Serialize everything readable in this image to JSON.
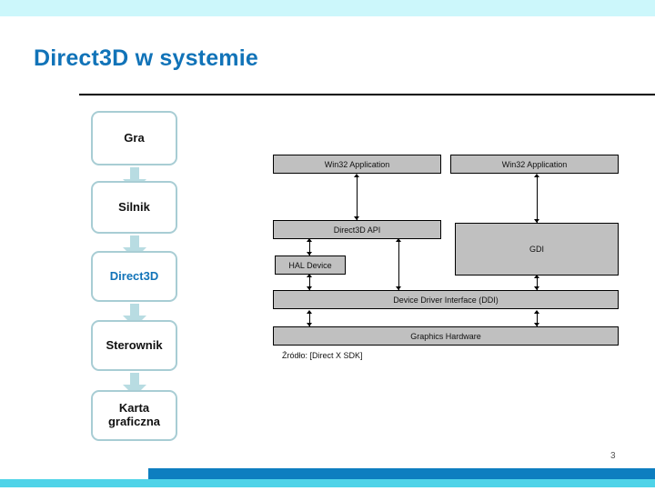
{
  "slide": {
    "title": "Direct3D w systemie",
    "page_number": "3",
    "accent_color": "#1173b8",
    "band_color_top": "#ccf7fb",
    "band_color_bottom_dark": "#0d7ec0",
    "band_color_bottom_light": "#4fd3e8"
  },
  "flow": {
    "boxes": [
      {
        "label": "Gra",
        "accent": false
      },
      {
        "label": "Silnik",
        "accent": false
      },
      {
        "label": "Direct3D",
        "accent": true
      },
      {
        "label": "Sterownik",
        "accent": false
      },
      {
        "label": "Karta graficzna",
        "accent": false
      }
    ],
    "arrow_color": "#b8dce2",
    "box_border_color": "#a8cdd4"
  },
  "diagram": {
    "box_fill": "#c0c0c0",
    "boxes": [
      {
        "id": "win32-app-left",
        "label": "Win32 Application"
      },
      {
        "id": "win32-app-right",
        "label": "Win32 Application"
      },
      {
        "id": "direct3d-api",
        "label": "Direct3D API"
      },
      {
        "id": "gdi",
        "label": "GDI"
      },
      {
        "id": "hal-device",
        "label": "HAL Device"
      },
      {
        "id": "ddi",
        "label": "Device Driver Interface (DDI)"
      },
      {
        "id": "graphics-hardware",
        "label": "Graphics Hardware"
      }
    ],
    "source_note": "Źródło: [Direct X SDK]"
  }
}
